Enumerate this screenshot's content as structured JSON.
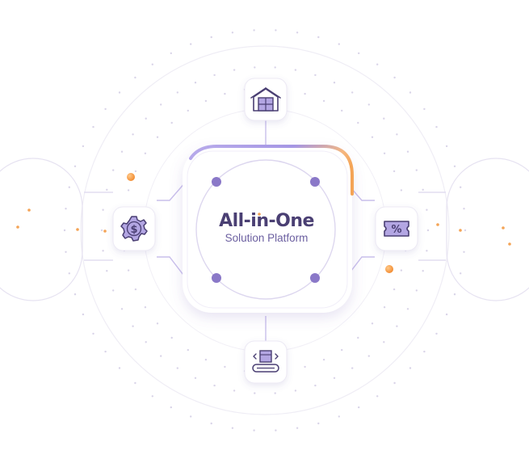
{
  "diagram": {
    "title": "All-in-One",
    "subtitle": "Solution Platform",
    "colors": {
      "accent_purple": "#8f7ccf",
      "accent_orange": "#f4a456",
      "node_dot": "#8a78c8",
      "icon_fill": "#b3a6e3",
      "icon_stroke": "#4a3f73",
      "text_dark": "#4a3f73"
    },
    "nodes": [
      {
        "id": "top",
        "icon": "warehouse-icon"
      },
      {
        "id": "left",
        "icon": "dollar-gear-icon"
      },
      {
        "id": "right",
        "icon": "discount-ticket-icon"
      },
      {
        "id": "bottom",
        "icon": "package-conveyor-icon"
      }
    ]
  }
}
